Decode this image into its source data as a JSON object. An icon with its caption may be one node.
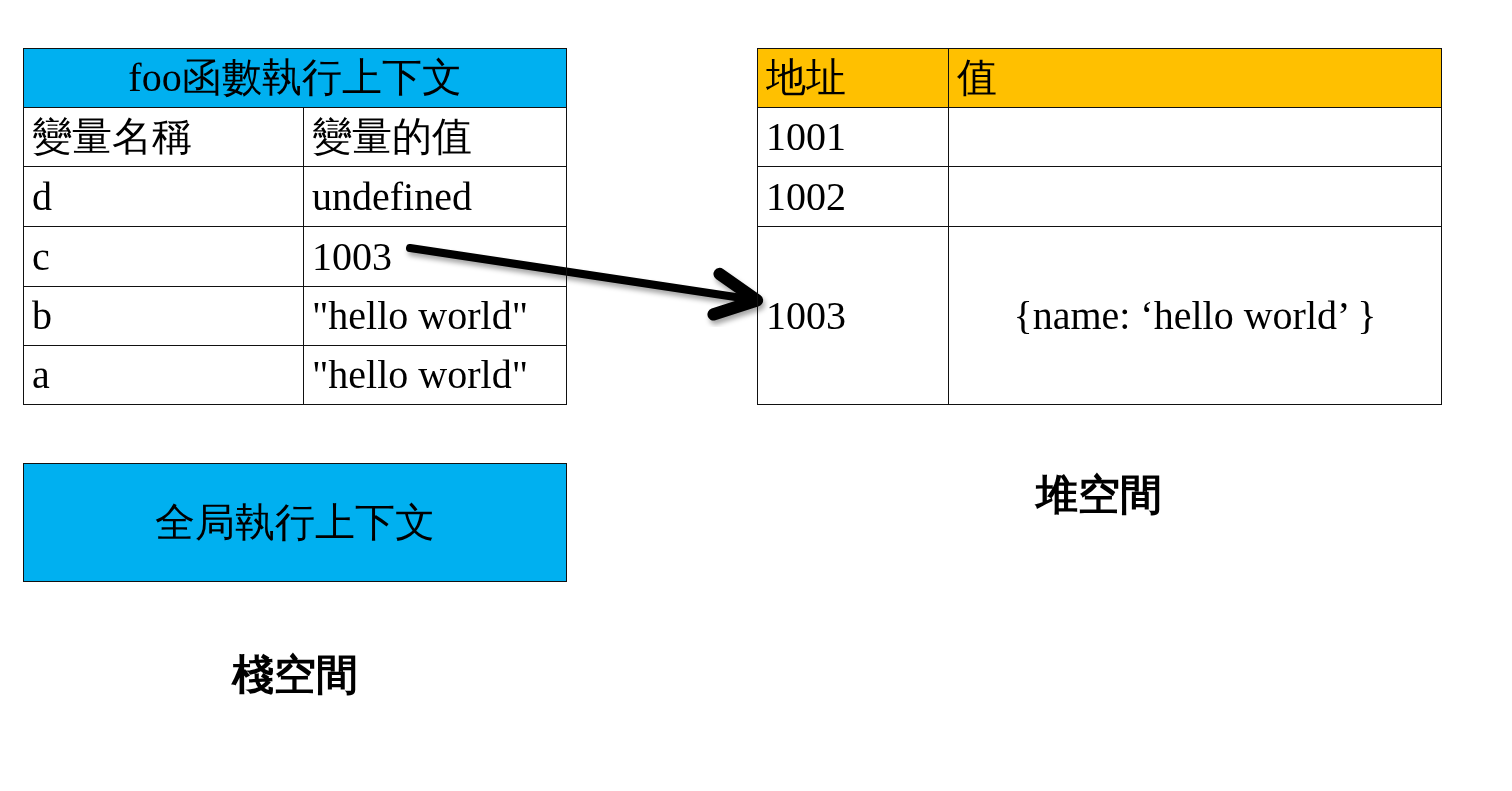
{
  "diagram": {
    "nodes": [
      {
        "text": [
          "foo函數執行上下文"
        ]
      },
      {
        "text": [
          "變量名稱"
        ]
      },
      {
        "text": [
          "變量的值"
        ]
      },
      {
        "text": [
          "d"
        ]
      },
      {
        "text": [
          "undefined"
        ]
      },
      {
        "text": [
          "c"
        ]
      },
      {
        "text": [
          "1003"
        ]
      },
      {
        "text": [
          "b"
        ]
      },
      {
        "text": [
          "\"hello world\""
        ]
      },
      {
        "text": [
          "a"
        ]
      },
      {
        "text": [
          "\"hello world\""
        ]
      },
      {
        "text": [
          "地址"
        ]
      },
      {
        "text": [
          "值"
        ]
      },
      {
        "text": [
          "1001"
        ]
      },
      {
        "text": [],
        "shape": "box"
      },
      {
        "text": [
          "1002"
        ]
      },
      {
        "text": [],
        "shape": "box"
      },
      {
        "text": [
          "1003"
        ]
      },
      {
        "text": [
          "{name: ‘hello world’ }"
        ]
      },
      {
        "text": [
          "全局執行上下文"
        ]
      }
    ],
    "edges": [
      {
        "from": 6,
        "to": 17,
        "arrow": "to"
      }
    ],
    "labels": [
      "堆空間",
      "棧空間"
    ]
  }
}
